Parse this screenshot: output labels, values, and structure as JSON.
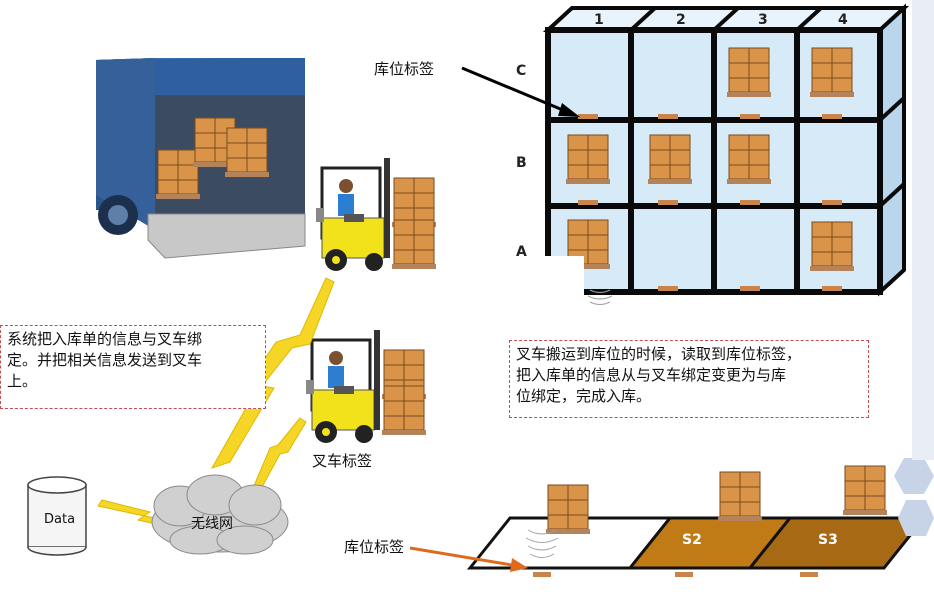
{
  "labels": {
    "location_tag_top": "库位标签",
    "location_tag_bottom": "库位标签",
    "forklift_tag": "叉车标签",
    "wireless": "无线网",
    "database": "Data"
  },
  "notes": {
    "left_line1": "系统把入库单的信息与叉车绑",
    "left_line2": "定。并把相关信息发送到叉车",
    "left_line3": "上。",
    "right_line1": "叉车搬运到库位的时候，读取到库位标签，",
    "right_line2": "把入库单的信息从与叉车绑定变更为与库",
    "right_line3": "位绑定，完成入库。"
  },
  "rack": {
    "columns": [
      "1",
      "2",
      "3",
      "4"
    ],
    "rows": [
      "C",
      "B",
      "A"
    ]
  },
  "floor_slots": [
    "S2",
    "S3"
  ],
  "colors": {
    "truck_blue": "#2f5f9e",
    "box": "#d9944a",
    "rack_frame": "#0a0a0a",
    "rack_cell": "#d6ebf7",
    "forklift": "#f2e21b",
    "floor_slot": "#c07a16",
    "lightning": "#f5d526",
    "note_border": "#c0504d",
    "arrow": "#e06a1b"
  }
}
